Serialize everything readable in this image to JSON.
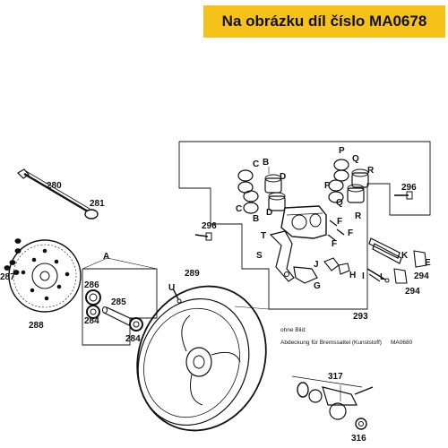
{
  "banner": {
    "text": "Na obrázku díl číslo MA0678",
    "background": "#f6c21a"
  },
  "diagram": {
    "labels": {
      "p280": "280",
      "p281": "281",
      "p287": "287",
      "p288": "288",
      "p286": "286",
      "p284a": "284",
      "p285": "285",
      "p284b": "284",
      "p289": "289",
      "pU": "U",
      "pA": "A",
      "p296a": "296",
      "p296b": "296",
      "p293": "293",
      "p294a": "294",
      "p294b": "294",
      "p317": "317",
      "p316": "316",
      "C1": "C",
      "C2": "C",
      "B1": "B",
      "B2": "B",
      "D1": "D",
      "D2": "D",
      "P1": "P",
      "P2": "P",
      "Q1": "Q",
      "Q2": "Q",
      "R1": "R",
      "R2": "R",
      "F1": "F",
      "F2": "F",
      "F3": "F",
      "T": "T",
      "S": "S",
      "G": "G",
      "J": "J",
      "H": "H",
      "I": "I",
      "L": "L",
      "K": "K",
      "E": "E"
    },
    "note": {
      "title": "ohne Bild:",
      "text": "Abdeckung für Bremssattel (Kunststoff)",
      "part_ref": "MA0680",
      "part_ref_color": "#e03030"
    }
  }
}
